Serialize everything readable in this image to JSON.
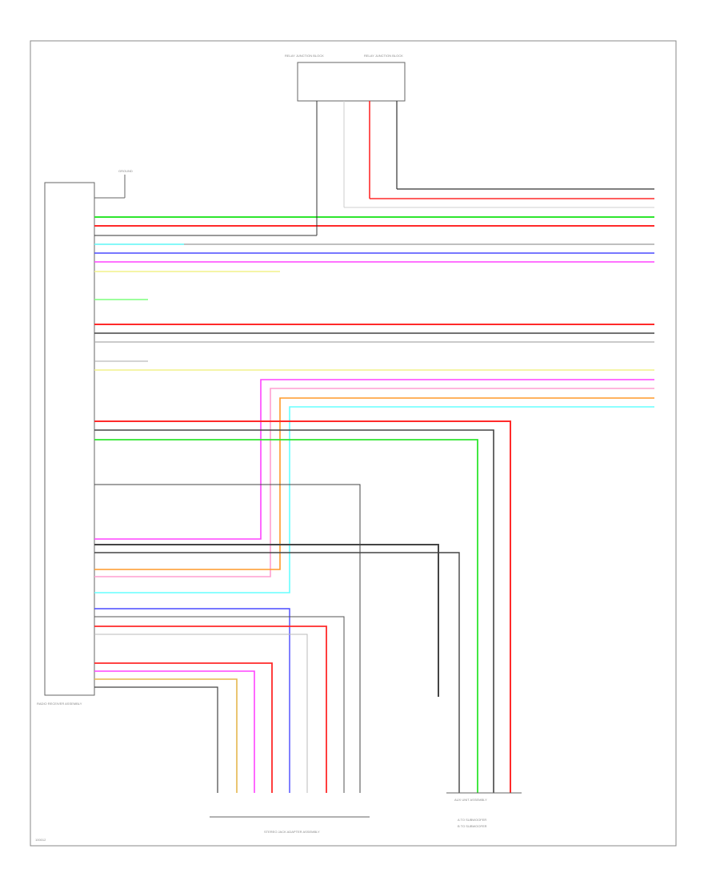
{
  "diagram": {
    "connector_labels": {
      "left_unit": "RADIO RECEIVER ASSEMBLY",
      "top_box_left": "RELAY JUNCTION BLOCK",
      "top_box_right": "RELAY JUNCTION BLOCK",
      "stereo_cable": "STEREO JACK ADAPTER ASSEMBLY",
      "aux_unit": "AUX UNIT ASSEMBLY",
      "ground": "GROUND",
      "page_ref": "100012"
    },
    "wire_colors": {
      "red": "#ff2a2a",
      "green": "#2ee62e",
      "light_green": "#7dff7d",
      "black": "#333333",
      "gray": "#9a9a9a",
      "blue": "#4a4aff",
      "violet": "#ff44ff",
      "pink": "#ff9fd0",
      "orange": "#ff9a2a",
      "yellow": "#f2f28a",
      "light_blue": "#66ffff",
      "tan": "#e5b74f"
    },
    "notes": {
      "note_a": "A TO SUBWOOFER",
      "note_b": "B TO SUBWOOFER"
    }
  }
}
